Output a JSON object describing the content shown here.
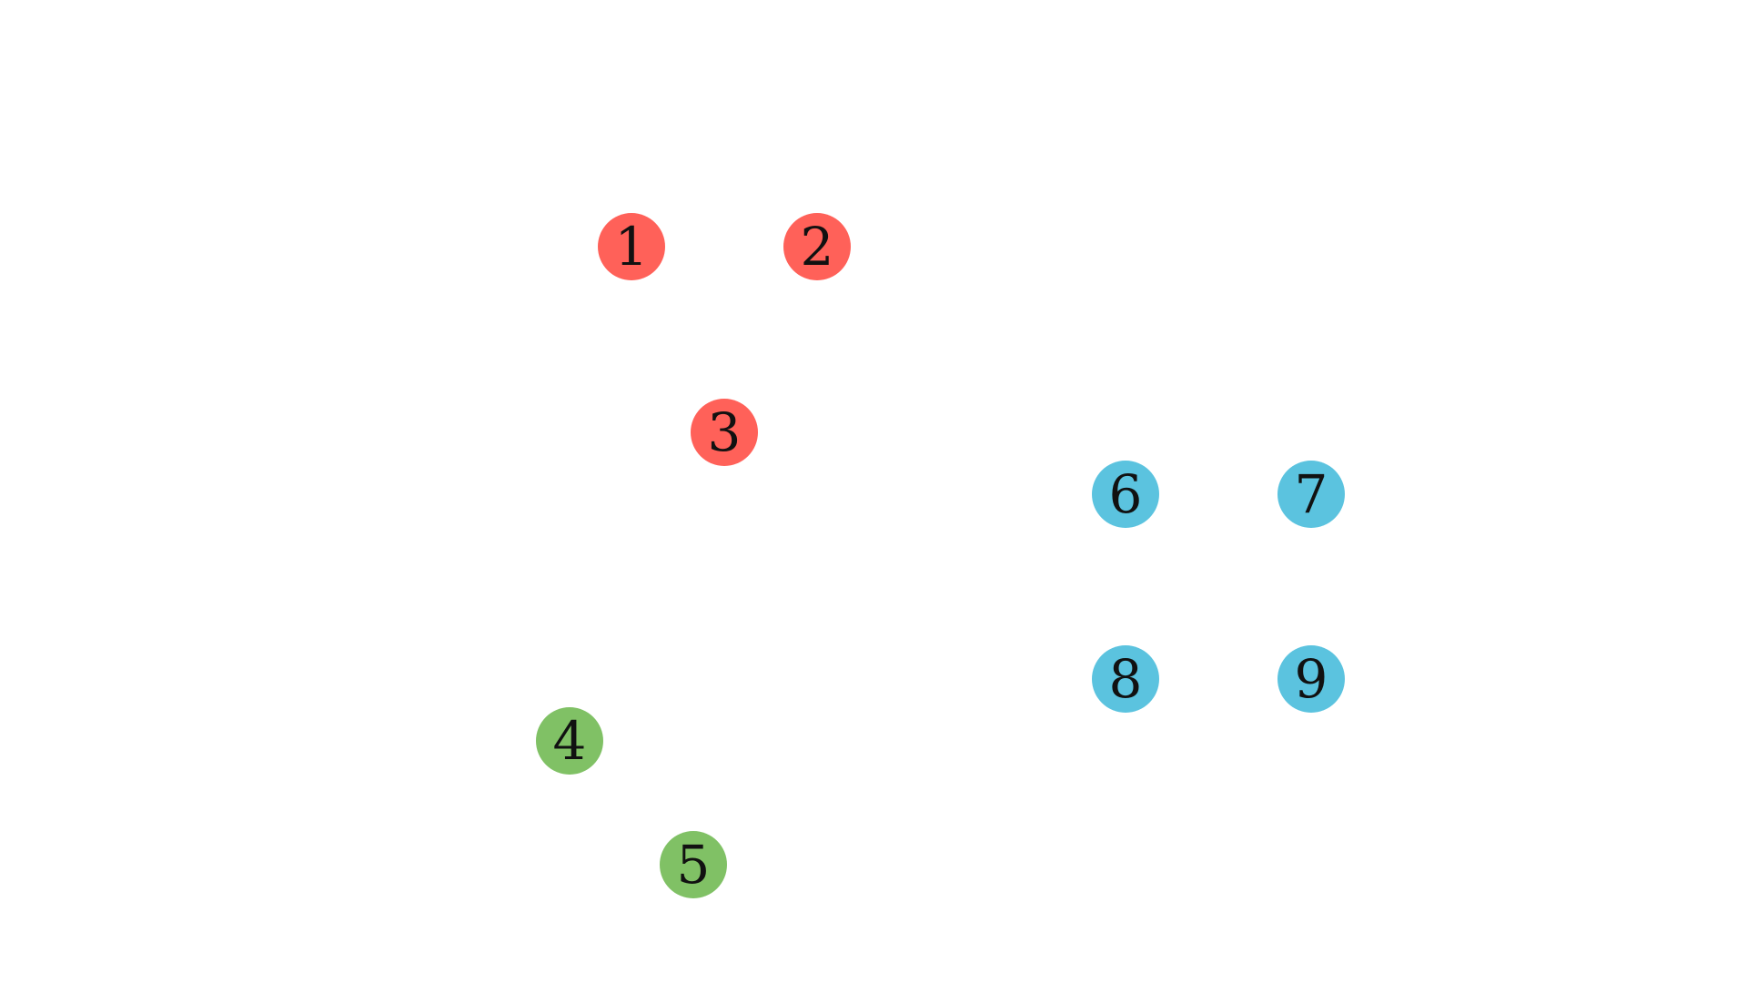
{
  "nodes": [
    {
      "id": "node-1",
      "label": "1",
      "group": "red"
    },
    {
      "id": "node-2",
      "label": "2",
      "group": "red"
    },
    {
      "id": "node-3",
      "label": "3",
      "group": "red"
    },
    {
      "id": "node-4",
      "label": "4",
      "group": "green"
    },
    {
      "id": "node-5",
      "label": "5",
      "group": "green"
    },
    {
      "id": "node-6",
      "label": "6",
      "group": "blue"
    },
    {
      "id": "node-7",
      "label": "7",
      "group": "blue"
    },
    {
      "id": "node-8",
      "label": "8",
      "group": "blue"
    },
    {
      "id": "node-9",
      "label": "9",
      "group": "blue"
    }
  ],
  "colors": {
    "red": "#FF6159",
    "green": "#80C165",
    "blue": "#5BC3DF",
    "background": "#FFFFFF",
    "label": "#111111"
  }
}
